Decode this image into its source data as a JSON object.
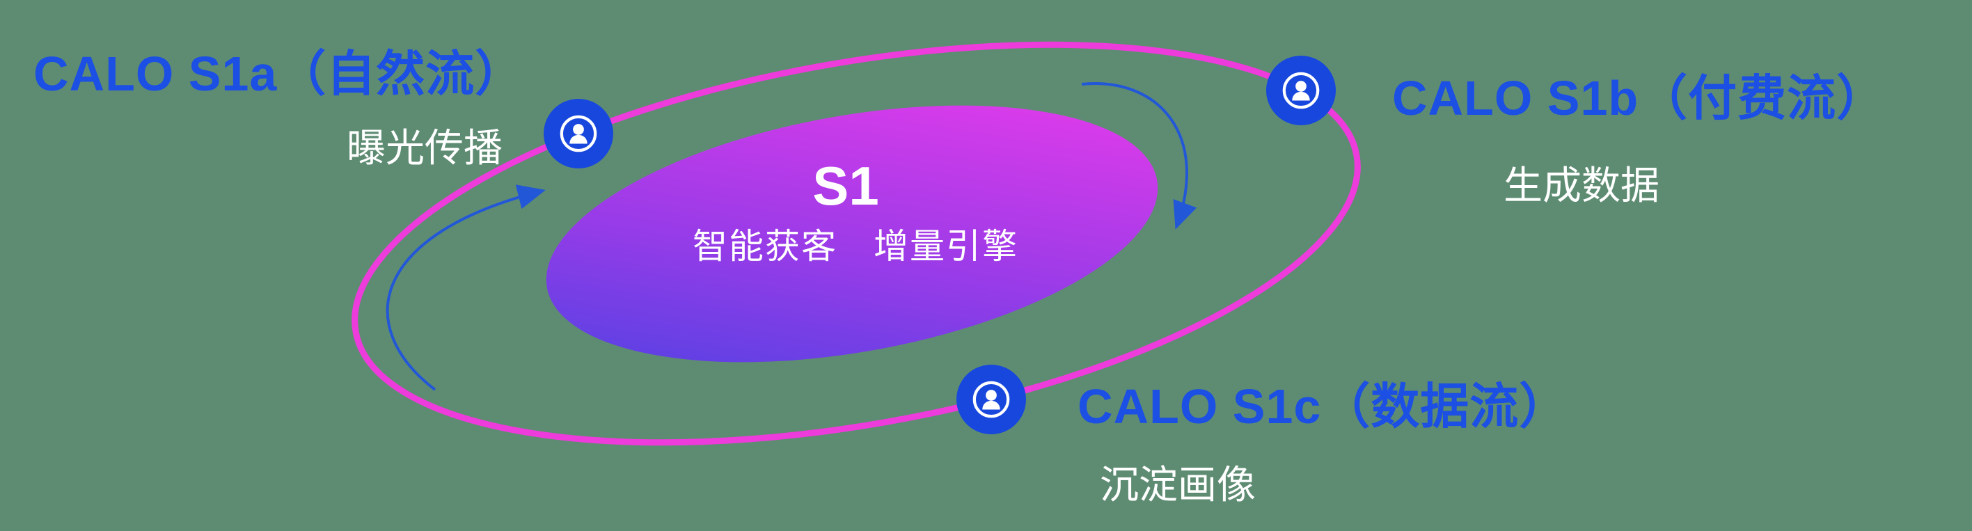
{
  "canvas": {
    "background": "#5E8C72",
    "orbit_color": "#EE3BDB",
    "arrow_color": "#2257D8",
    "node_color": "#1747DD",
    "label_color": "#1C4FE3",
    "gradient_start": "#4843E2",
    "gradient_mid": "#9C3BE8",
    "gradient_end": "#E93BEA"
  },
  "center": {
    "title": "S1",
    "subtitle": "智能获客　增量引擎"
  },
  "nodes": [
    {
      "id": "s1a",
      "label": "CALO S1a（自然流）",
      "sublabel": "曝光传播",
      "icon": "user-circle-icon"
    },
    {
      "id": "s1b",
      "label": "CALO S1b（付费流）",
      "sublabel": "生成数据",
      "icon": "user-circle-icon"
    },
    {
      "id": "s1c",
      "label": "CALO S1c（数据流）",
      "sublabel": "沉淀画像",
      "icon": "user-circle-icon"
    }
  ]
}
